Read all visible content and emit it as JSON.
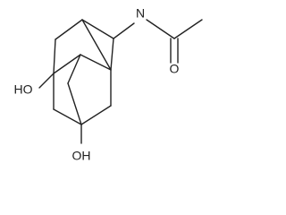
{
  "molecule": {
    "atom_labels": {
      "n": "N",
      "o_carbonyl": "O",
      "oh_upper": "HO",
      "oh_lower": "OH"
    }
  }
}
